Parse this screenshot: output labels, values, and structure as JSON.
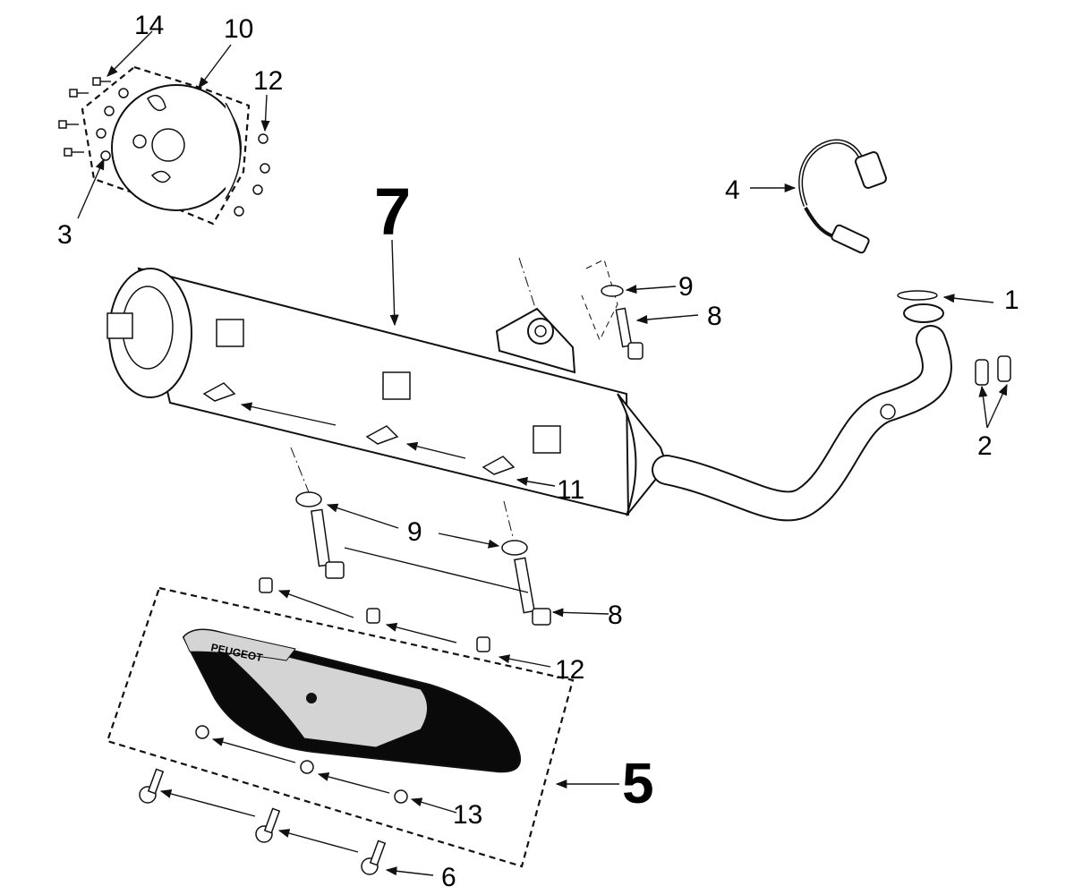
{
  "diagram": {
    "brand_text": "PEUGEOT",
    "callouts": {
      "c1": "1",
      "c2": "2",
      "c3": "3",
      "c4": "4",
      "c5": "5",
      "c6": "6",
      "c7": "7",
      "c8_top": "8",
      "c8_mid": "8",
      "c9_top": "9",
      "c9_mid": "9",
      "c10": "10",
      "c11": "11",
      "c12_top": "12",
      "c12_mid": "12",
      "c13": "13",
      "c14": "14"
    }
  }
}
